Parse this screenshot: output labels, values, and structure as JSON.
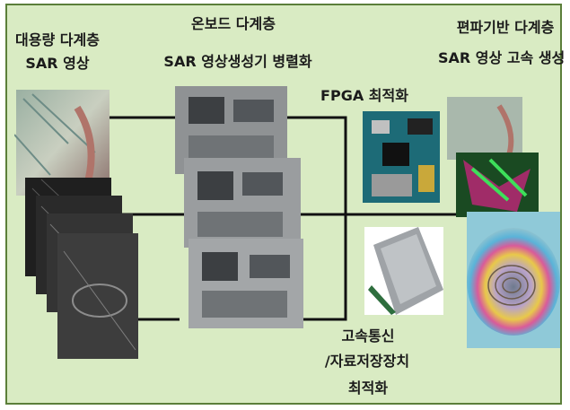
{
  "labels": {
    "sar_large_1": "대용량 다계층",
    "sar_large_2": "SAR 영상",
    "onboard_1": "온보드 다계층",
    "onboard_2": "SAR  영상생성기 병렬화",
    "fpga": "FPGA 최적화",
    "polar_1": "편파기반 다계층",
    "polar_2": "SAR 영상 고속 생성",
    "storage_1": "고속통신",
    "storage_2": "/자료저장장치",
    "storage_3": "최적화"
  },
  "colors": {
    "panel_bg": "#d9ebc3",
    "panel_border": "#5b7f3a",
    "wire": "#111111"
  },
  "icons": [
    "sar-image-stack",
    "circuit-board",
    "fpga-board",
    "ssd-module",
    "polarimetric-image-stack"
  ]
}
